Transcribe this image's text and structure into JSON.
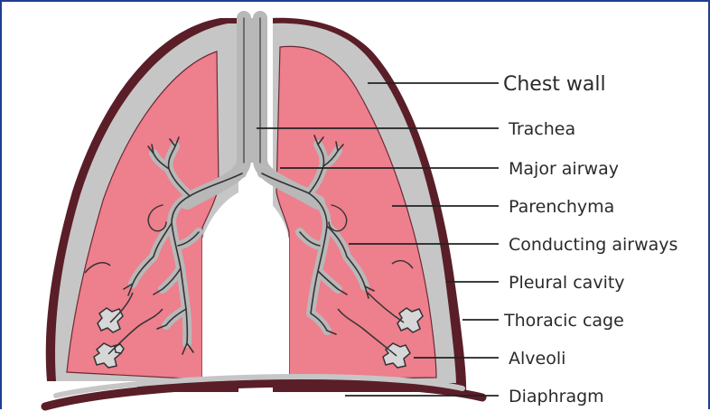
{
  "diagram": {
    "labels": {
      "chest_wall": "Chest wall",
      "trachea": "Trachea",
      "major_airway": "Major airway",
      "parenchyma": "Parenchyma",
      "conducting_airways": "Conducting airways",
      "pleural_cavity": "Pleural cavity",
      "thoracic_cage": "Thoracic cage",
      "alveoli": "Alveoli",
      "diaphragm": "Diaphragm"
    },
    "colors": {
      "outer_wall": "#5a1e28",
      "pleura": "#c6c6c6",
      "lung_tissue": "#ee7f8d",
      "airway": "#b8b8b8",
      "frame": "#1f3f8f"
    }
  }
}
